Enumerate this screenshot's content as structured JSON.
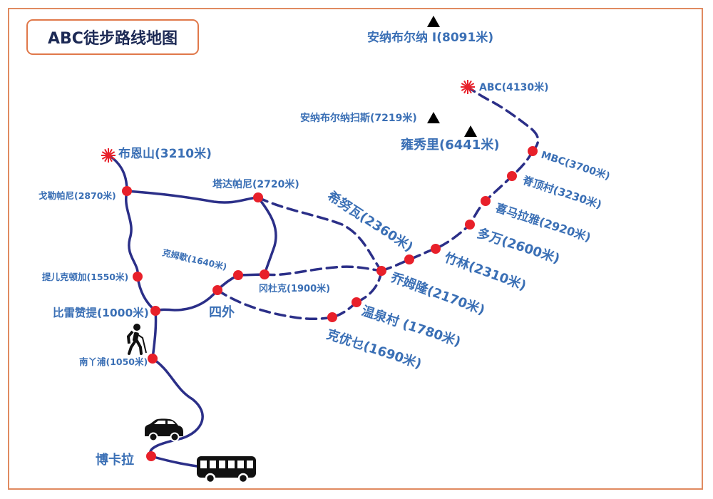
{
  "title": "ABC徒步路线地图",
  "colors": {
    "route": "#2b2f88",
    "stop": "#e8202a",
    "label": "#3a6fb5",
    "frame": "#e08a60",
    "title_text": "#1d2a55"
  },
  "peaks": [
    {
      "name": "安纳布尔纳 I(8091米)",
      "icon": "mountain-peak-icon"
    },
    {
      "name": "安纳布尔纳扫斯(7219米)",
      "icon": "mountain-peak-icon"
    },
    {
      "name": "雍秀里(6441米)",
      "icon": "mountain-peak-icon"
    }
  ],
  "summits": [
    {
      "name": "ABC(4130米)",
      "icon": "starburst-icon"
    },
    {
      "name": "布恩山(3210米)",
      "icon": "starburst-icon"
    }
  ],
  "stops": [
    "戈勒帕尼(2870米)",
    "塔达帕尼(2720米)",
    "提儿克顿加(1550米)",
    "克姆歇(1640米)",
    "冈杜克(1900米)",
    "比雷赞提(1000米)",
    "四外",
    "南丫浦(1050米)",
    "博卡拉",
    "希努瓦(2360米)",
    "乔姆隆(2170米)",
    "竹林(2310米)",
    "多万(2600米)",
    "喜马拉雅(2920米)",
    "脊顶村(3230米)",
    "MBC(3700米)",
    "温泉村 (1780米)",
    "克优乜(1690米)"
  ],
  "icons": [
    "hiker-icon",
    "car-icon",
    "bus-icon"
  ]
}
